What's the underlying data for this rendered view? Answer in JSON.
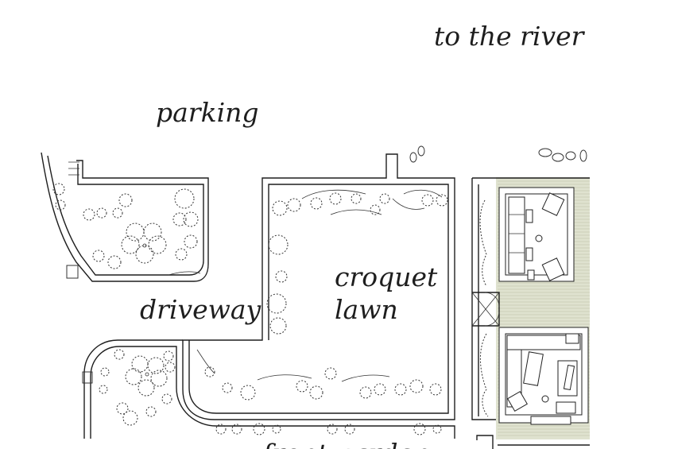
{
  "labels": {
    "to_river": "to the river",
    "parking": "parking",
    "croquet_line1": "croquet",
    "croquet_line2": "lawn",
    "driveway": "driveway",
    "front_garden": "front garden"
  },
  "colors": {
    "terrace": "#dfe2cf",
    "ink": "#1e1e1e"
  }
}
